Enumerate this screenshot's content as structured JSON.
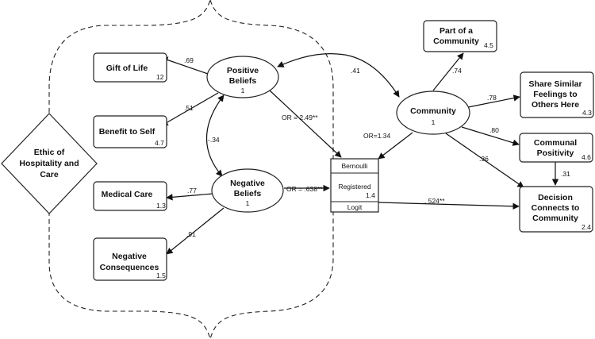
{
  "nodes": {
    "ethic": {
      "lines": [
        "Ethic of",
        "Hospitality and",
        "Care"
      ]
    },
    "gift": {
      "lines": [
        "Gift of Life"
      ],
      "value": "12"
    },
    "benefit": {
      "lines": [
        "Benefit to Self"
      ],
      "value": "4.7"
    },
    "medical": {
      "lines": [
        "Medical Care"
      ],
      "value": "1.3"
    },
    "negcons": {
      "lines": [
        "Negative",
        "Consequences"
      ],
      "value": "1.5"
    },
    "posbel": {
      "lines": [
        "Positive",
        "Beliefs"
      ],
      "value": "1"
    },
    "negbel": {
      "lines": [
        "Negative",
        "Beliefs"
      ],
      "value": "1"
    },
    "community": {
      "lines": [
        "Community"
      ],
      "value": "1"
    },
    "part": {
      "lines": [
        "Part of a",
        "Community"
      ],
      "value": "4.5"
    },
    "share": {
      "lines": [
        "Share Similar",
        "Feelings to",
        "Others Here"
      ],
      "value": "4.3"
    },
    "communal": {
      "lines": [
        "Communal",
        "Positivity"
      ],
      "value": "4.6"
    },
    "decision": {
      "lines": [
        "Decision",
        "Connects to",
        "Community"
      ],
      "value": "2.4"
    },
    "registered": {
      "header": "Bernoulli",
      "label": "Registered",
      "value": "1.4",
      "footer": "Logit"
    }
  },
  "coefficients": {
    "pos_gift": ".69",
    "pos_benefit": ".51",
    "pos_neg": "-.34",
    "pos_comm": ".41",
    "neg_medical": ".77",
    "neg_negcons": ".91",
    "pos_reg": "OR = 2.49**",
    "neg_reg": "OR = .638**",
    "comm_reg": "OR=1.34",
    "reg_decision": ". 524**",
    "comm_part": ".74",
    "comm_share": ".78",
    "comm_communal": ".80",
    "comm_decision": ".36",
    "communal_decision": ".31"
  }
}
